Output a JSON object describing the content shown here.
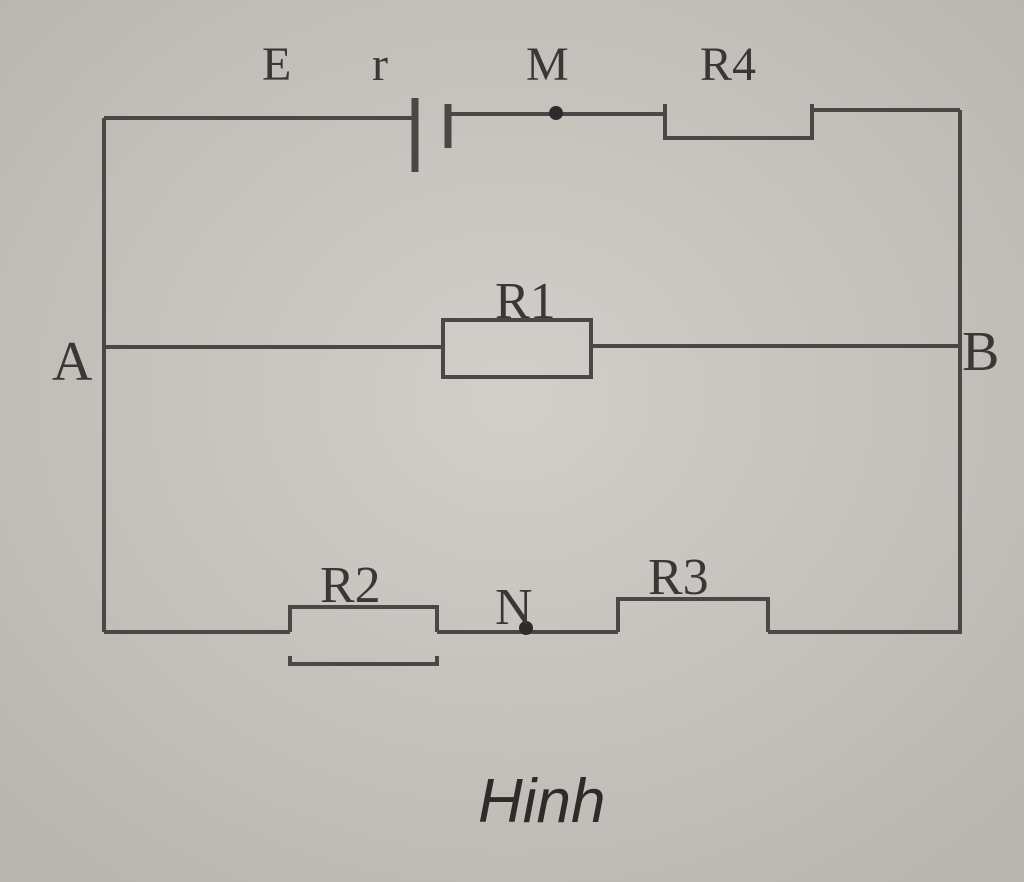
{
  "circuit": {
    "labels": {
      "source_e": "E",
      "source_r": "r",
      "node_m": "M",
      "r4": "R4",
      "r1": "R1",
      "r2": "R2",
      "r3": "R3",
      "node_n": "N",
      "node_a": "A",
      "node_b": "B"
    },
    "caption": "Hinh"
  }
}
